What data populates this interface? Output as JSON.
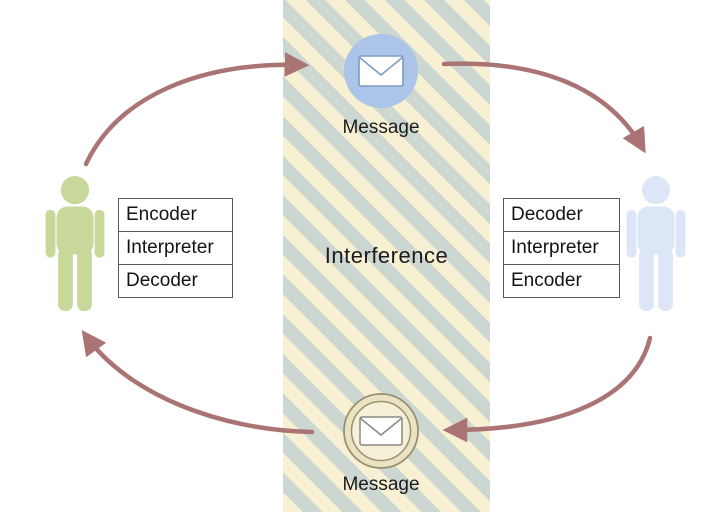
{
  "diagram": {
    "interference_label": "Interference",
    "top_message_label": "Message",
    "bottom_message_label": "Message"
  },
  "left_process": {
    "rows": [
      "Encoder",
      "Interpreter",
      "Decoder"
    ]
  },
  "right_process": {
    "rows": [
      "Decoder",
      "Interpreter",
      "Encoder"
    ]
  },
  "colors": {
    "arrow": "#ab7474",
    "left_person": "#c8d89b",
    "right_person": "#dde6f6",
    "top_message_circle": "#abc4e8",
    "top_envelope_stroke": "#7f9bc4",
    "bottom_ring_fill": "#eae3c3",
    "bottom_ring_stroke": "#99906f",
    "bottom_inner_fill": "#f6f0d8",
    "envelope_fill": "#ffffff",
    "envelope_stroke_bottom": "#8a8a80",
    "band_stripe_light": "#f7f0d2",
    "band_stripe_dark": "#cdd7d1"
  }
}
